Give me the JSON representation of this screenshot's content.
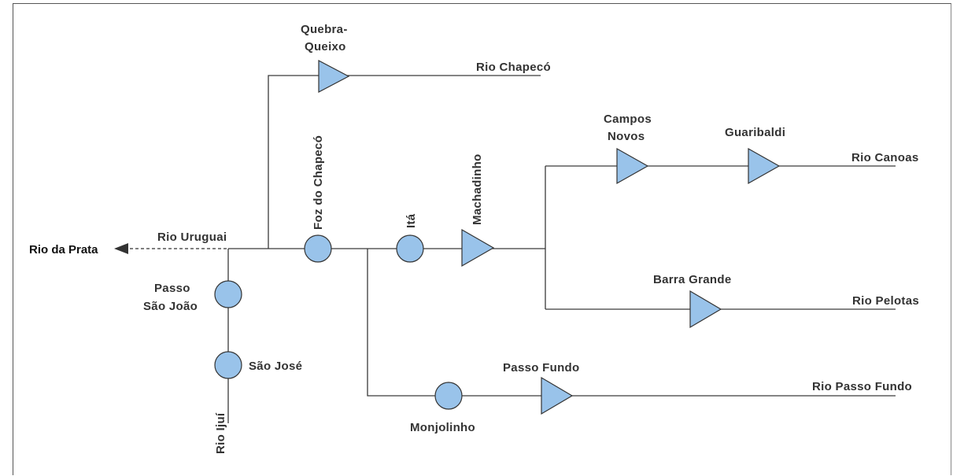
{
  "colors": {
    "node_fill": "#99c3ea",
    "line": "#3a3a3a",
    "text": "#333333"
  },
  "rivers": {
    "prata": "Rio da Prata",
    "uruguai": "Rio Uruguai",
    "chapeco": "Rio Chapecó",
    "canoas": "Rio Canoas",
    "pelotas": "Rio Pelotas",
    "passo_fundo": "Rio Passo Fundo",
    "ijui": "Rio Ijuí"
  },
  "plants": {
    "quebra_queixo_1": "Quebra-",
    "quebra_queixo_2": "Queixo",
    "foz_chapeco": "Foz do Chapecó",
    "ita": "Itá",
    "machadinho": "Machadinho",
    "campos_novos_1": "Campos",
    "campos_novos_2": "Novos",
    "garibaldi": "Guaribaldi",
    "barra_grande": "Barra Grande",
    "passo_fundo": "Passo Fundo",
    "monjolinho": "Monjolinho",
    "passo_sao_joao_1": "Passo",
    "passo_sao_joao_2": "São João",
    "sao_jose": "São José"
  }
}
